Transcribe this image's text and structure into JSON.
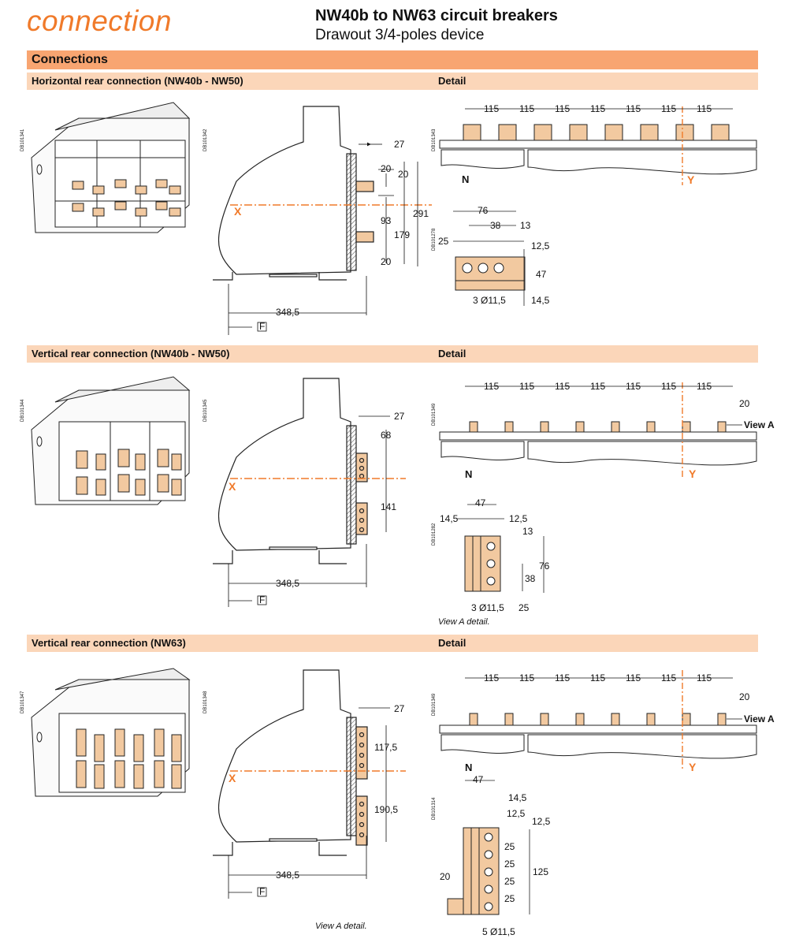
{
  "header": {
    "logo": "connection",
    "title": "NW40b to NW63 circuit breakers",
    "subtitle": "Drawout 3/4-poles device"
  },
  "section_title": "Connections",
  "colors": {
    "accent": "#f07a2a",
    "section_bar": "#f8a571",
    "sub_bar": "#fbd6b9",
    "copper": "#f2c9a0"
  },
  "sections": [
    {
      "title": "Horizontal rear connection (NW40b - NW50)",
      "detail": "Detail",
      "codes": [
        "DB101341",
        "DB101342",
        "DB101343",
        "DB101278"
      ],
      "side_dims": [
        "27",
        "20",
        "20",
        "93",
        "179",
        "291",
        "20",
        "348,5"
      ],
      "axis_x": "X",
      "axis_y": "Y",
      "neutral": "N",
      "front": "F",
      "pitch": [
        "115",
        "115",
        "115",
        "115",
        "115",
        "115",
        "115"
      ],
      "bar_dims": [
        "76",
        "38",
        "13",
        "25",
        "12,5",
        "47",
        "3 Ø11,5",
        "14,5"
      ]
    },
    {
      "title": "Vertical rear connection (NW40b - NW50)",
      "detail": "Detail",
      "codes": [
        "DB101344",
        "DB101345",
        "DB101349",
        "DB101282"
      ],
      "side_dims": [
        "27",
        "68",
        "141",
        "348,5"
      ],
      "axis_x": "X",
      "axis_y": "Y",
      "neutral": "N",
      "front": "F",
      "pitch": [
        "115",
        "115",
        "115",
        "115",
        "115",
        "115",
        "115"
      ],
      "top_dim": "20",
      "view_a": "View A",
      "bar_dims": [
        "47",
        "14,5",
        "12,5",
        "13",
        "76",
        "38",
        "3 Ø11,5",
        "25"
      ],
      "caption": "View A detail."
    },
    {
      "title": "Vertical rear connection (NW63)",
      "detail": "Detail",
      "codes": [
        "DB101347",
        "DB101348",
        "DB101349",
        "DB101314"
      ],
      "side_dims": [
        "27",
        "117,5",
        "190,5",
        "348,5"
      ],
      "axis_x": "X",
      "axis_y": "Y",
      "neutral": "N",
      "front": "F",
      "pitch": [
        "115",
        "115",
        "115",
        "115",
        "115",
        "115",
        "115"
      ],
      "top_dim": "20",
      "view_a": "View A",
      "bar_dims": [
        "47",
        "14,5",
        "12,5",
        "12,5",
        "25",
        "25",
        "25",
        "25",
        "125",
        "20",
        "5 Ø11,5"
      ],
      "caption": "View A detail."
    }
  ]
}
